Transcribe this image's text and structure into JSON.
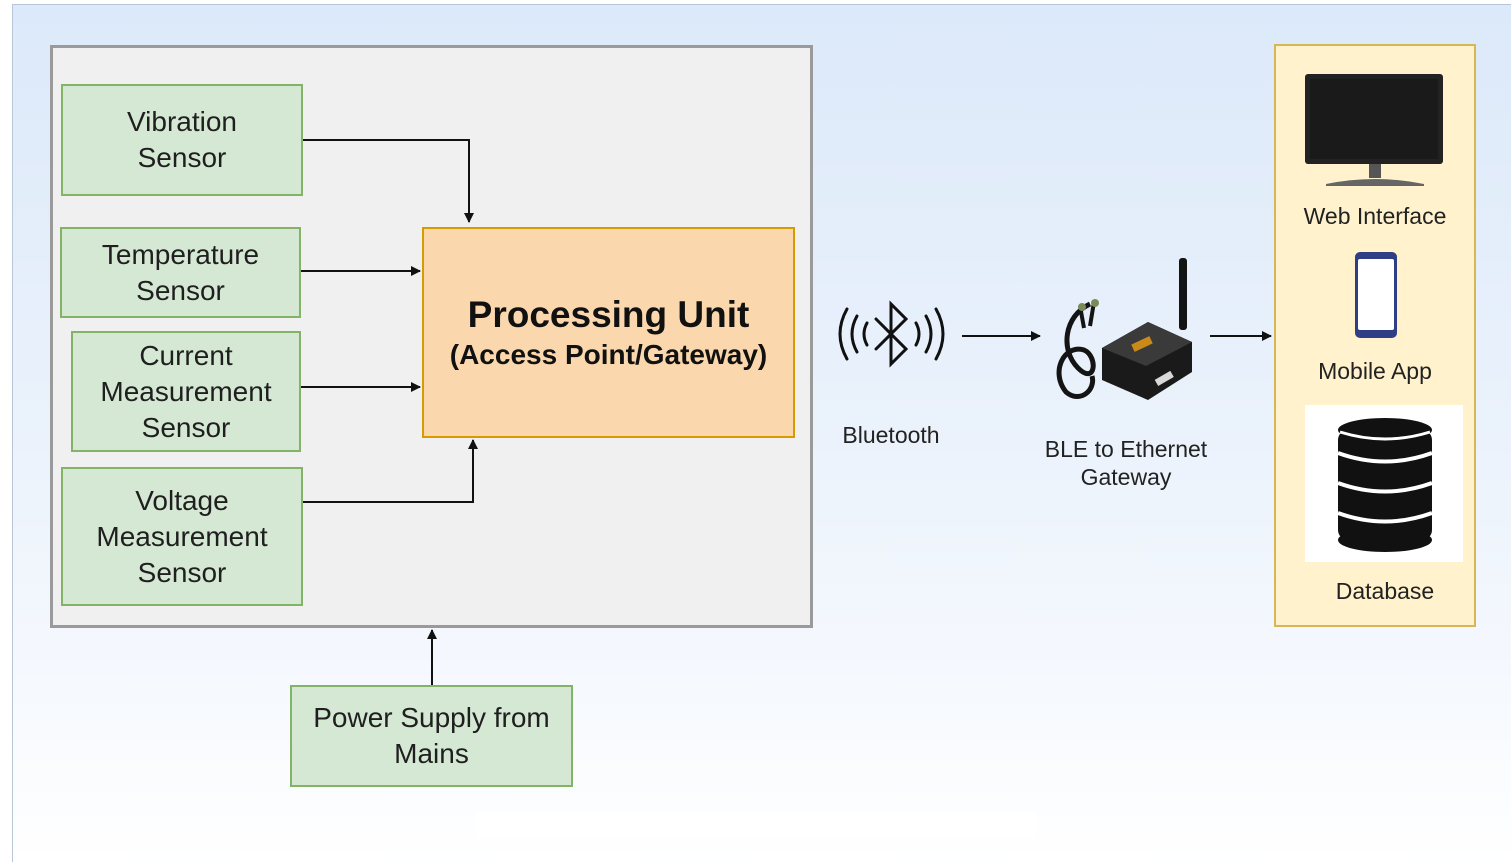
{
  "sensors": {
    "vibration": "Vibration\nSensor",
    "temperature": "Temperature\nSensor",
    "current": "Current\nMeasurement\nSensor",
    "voltage": "Voltage\nMeasurement\nSensor"
  },
  "processing_unit": {
    "title": "Processing Unit",
    "subtitle": "(Access Point/Gateway)"
  },
  "power_supply": "Power Supply from\nMains",
  "bluetooth": {
    "label": "Bluetooth",
    "icon": "bluetooth-icon"
  },
  "gateway": {
    "label": "BLE to Ethernet\nGateway",
    "icon": "ble-gateway-device-icon"
  },
  "outputs": {
    "web": {
      "label": "Web Interface",
      "icon": "monitor-icon"
    },
    "mobile": {
      "label": "Mobile App",
      "icon": "smartphone-icon"
    },
    "database": {
      "label": "Database",
      "icon": "database-icon"
    }
  },
  "colors": {
    "sensor_fill": "#d5e8d4",
    "sensor_border": "#82b366",
    "processing_fill": "#fad7ac",
    "processing_border": "#d79b00",
    "output_fill": "#fff2cc",
    "output_border": "#d6b656"
  }
}
